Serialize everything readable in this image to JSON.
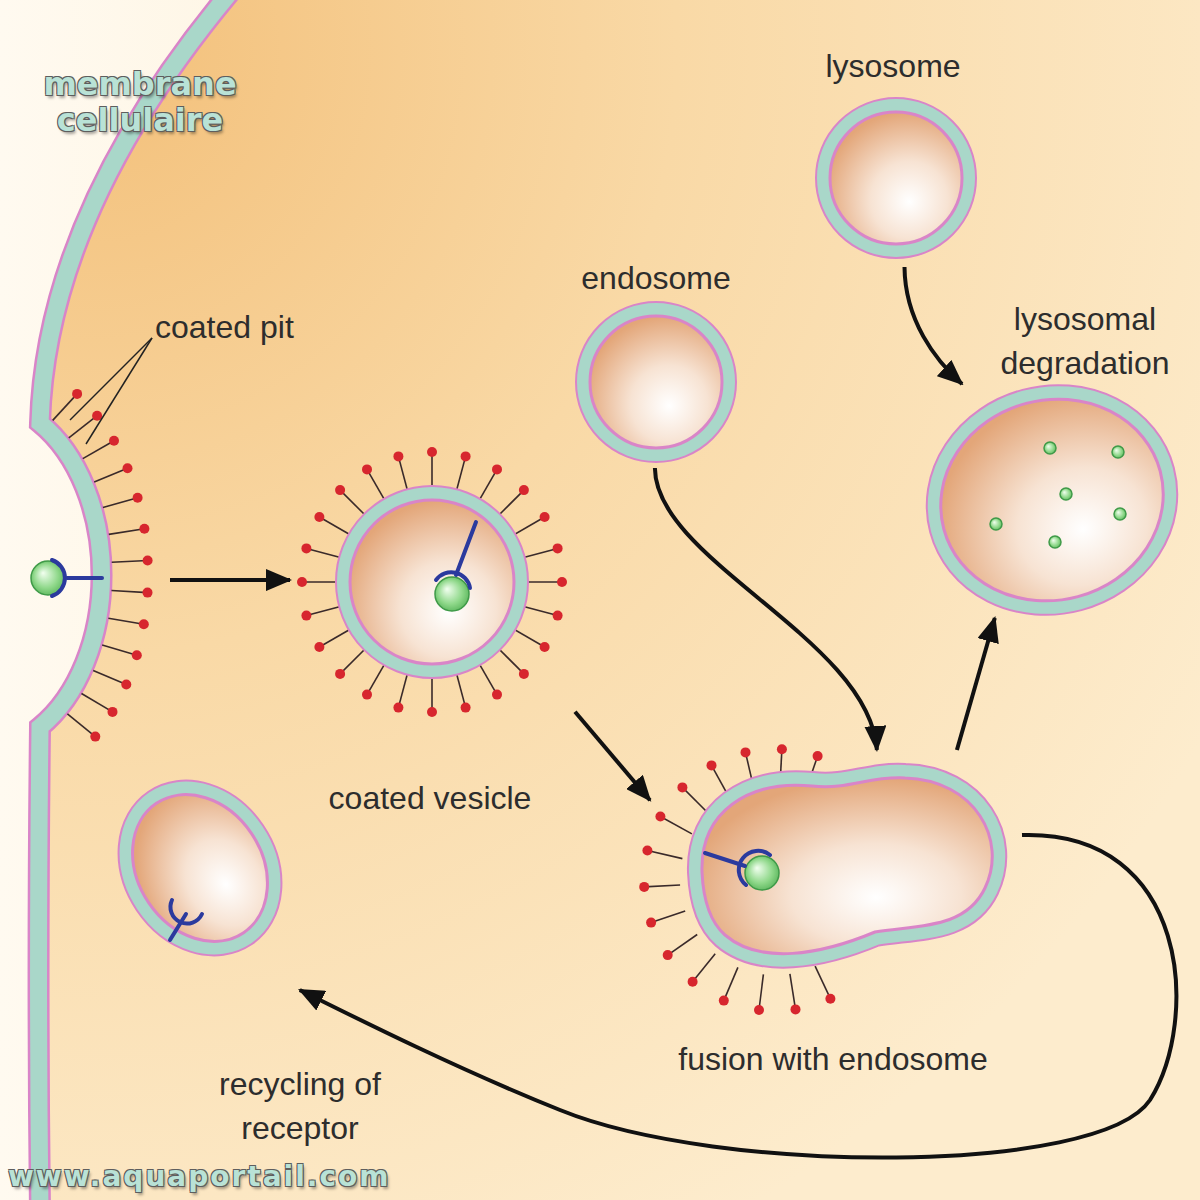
{
  "diagram": {
    "nodes": [
      {
        "text": [
          "lysosome"
        ]
      },
      {
        "text": [
          "endosome"
        ]
      },
      {
        "text": [
          "lysosomal degradation"
        ]
      },
      {
        "text": [
          "coated pit"
        ]
      },
      {
        "text": [
          "coated vesicle"
        ]
      },
      {
        "text": [
          "fusion with endosome"
        ]
      },
      {
        "text": [
          "recycling of receptor"
        ]
      }
    ],
    "edges": [
      {
        "from": 3,
        "to": 4,
        "arrow": "to"
      },
      {
        "from": 4,
        "to": 5,
        "arrow": "to"
      },
      {
        "from": 1,
        "to": 5,
        "arrow": "to"
      },
      {
        "from": 0,
        "to": 2,
        "arrow": "to"
      },
      {
        "from": 5,
        "to": 2,
        "arrow": "to"
      },
      {
        "from": 5,
        "to": 6,
        "arrow": "to"
      }
    ],
    "labels": [
      "membrane cellulaire",
      "www.aquaportail.com"
    ]
  }
}
